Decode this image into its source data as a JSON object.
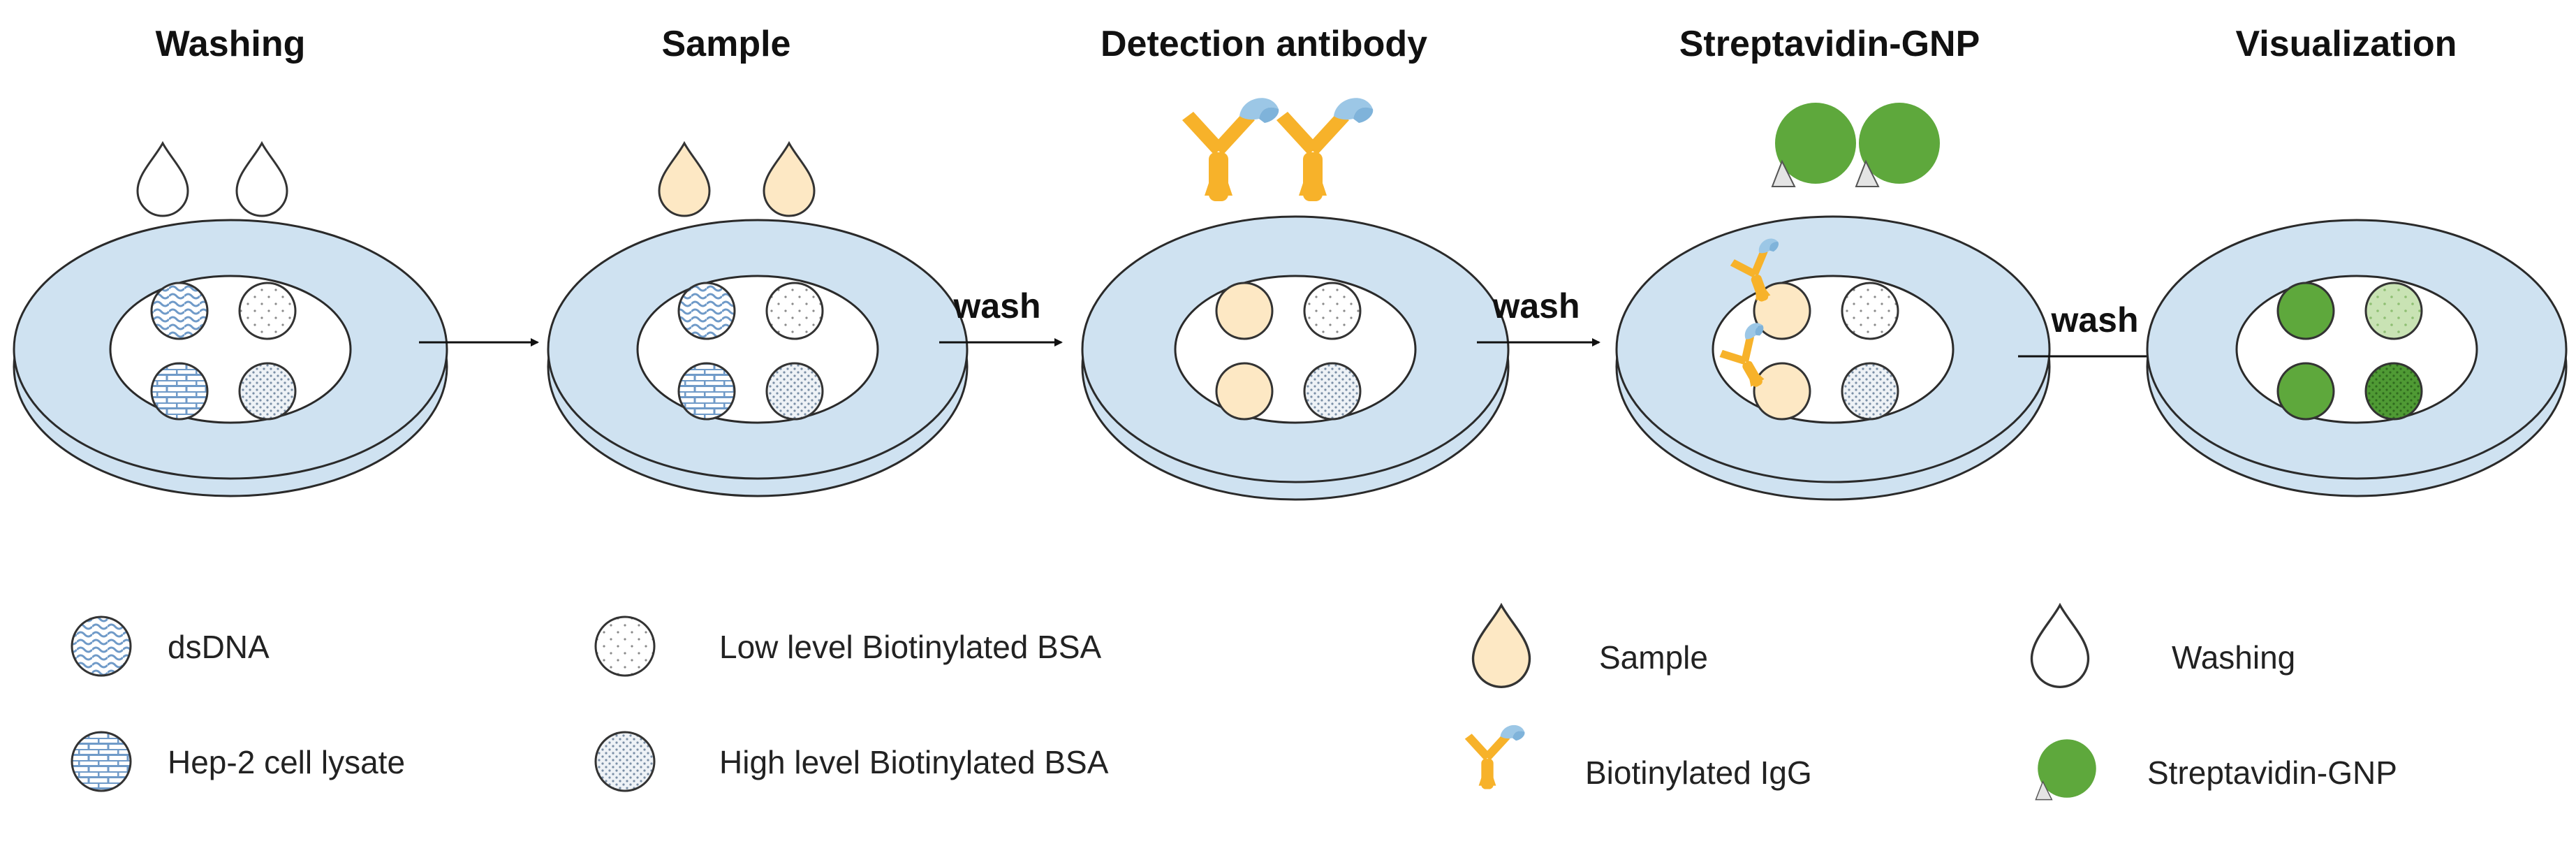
{
  "steps": [
    {
      "title": "Washing"
    },
    {
      "title": "Sample"
    },
    {
      "title": "Detection antibody"
    },
    {
      "title": "Streptavidin-GNP"
    },
    {
      "title": "Visualization"
    }
  ],
  "arrows": [
    {
      "label": ""
    },
    {
      "label": "wash"
    },
    {
      "label": "wash"
    },
    {
      "label": "wash"
    }
  ],
  "legend": {
    "dsdna": "dsDNA",
    "hep2": "Hep-2 cell lysate",
    "low_bsa": "Low level Biotinylated BSA",
    "high_bsa": "High level Biotinylated BSA",
    "sample": "Sample",
    "igg": "Biotinylated IgG",
    "washing": "Washing",
    "gnp": "Streptavidin-GNP"
  },
  "colors": {
    "disc": "#cfe2f1",
    "disc_stroke": "#2a2a2a",
    "sample": "#fde8c4",
    "antibody_arm": "#f7b22a",
    "antibody_tip": "#9cc7e6",
    "gnp": "#5ea83c",
    "gnp_light": "#c9e3b4",
    "pattern_blue": "#6f9ac8"
  }
}
